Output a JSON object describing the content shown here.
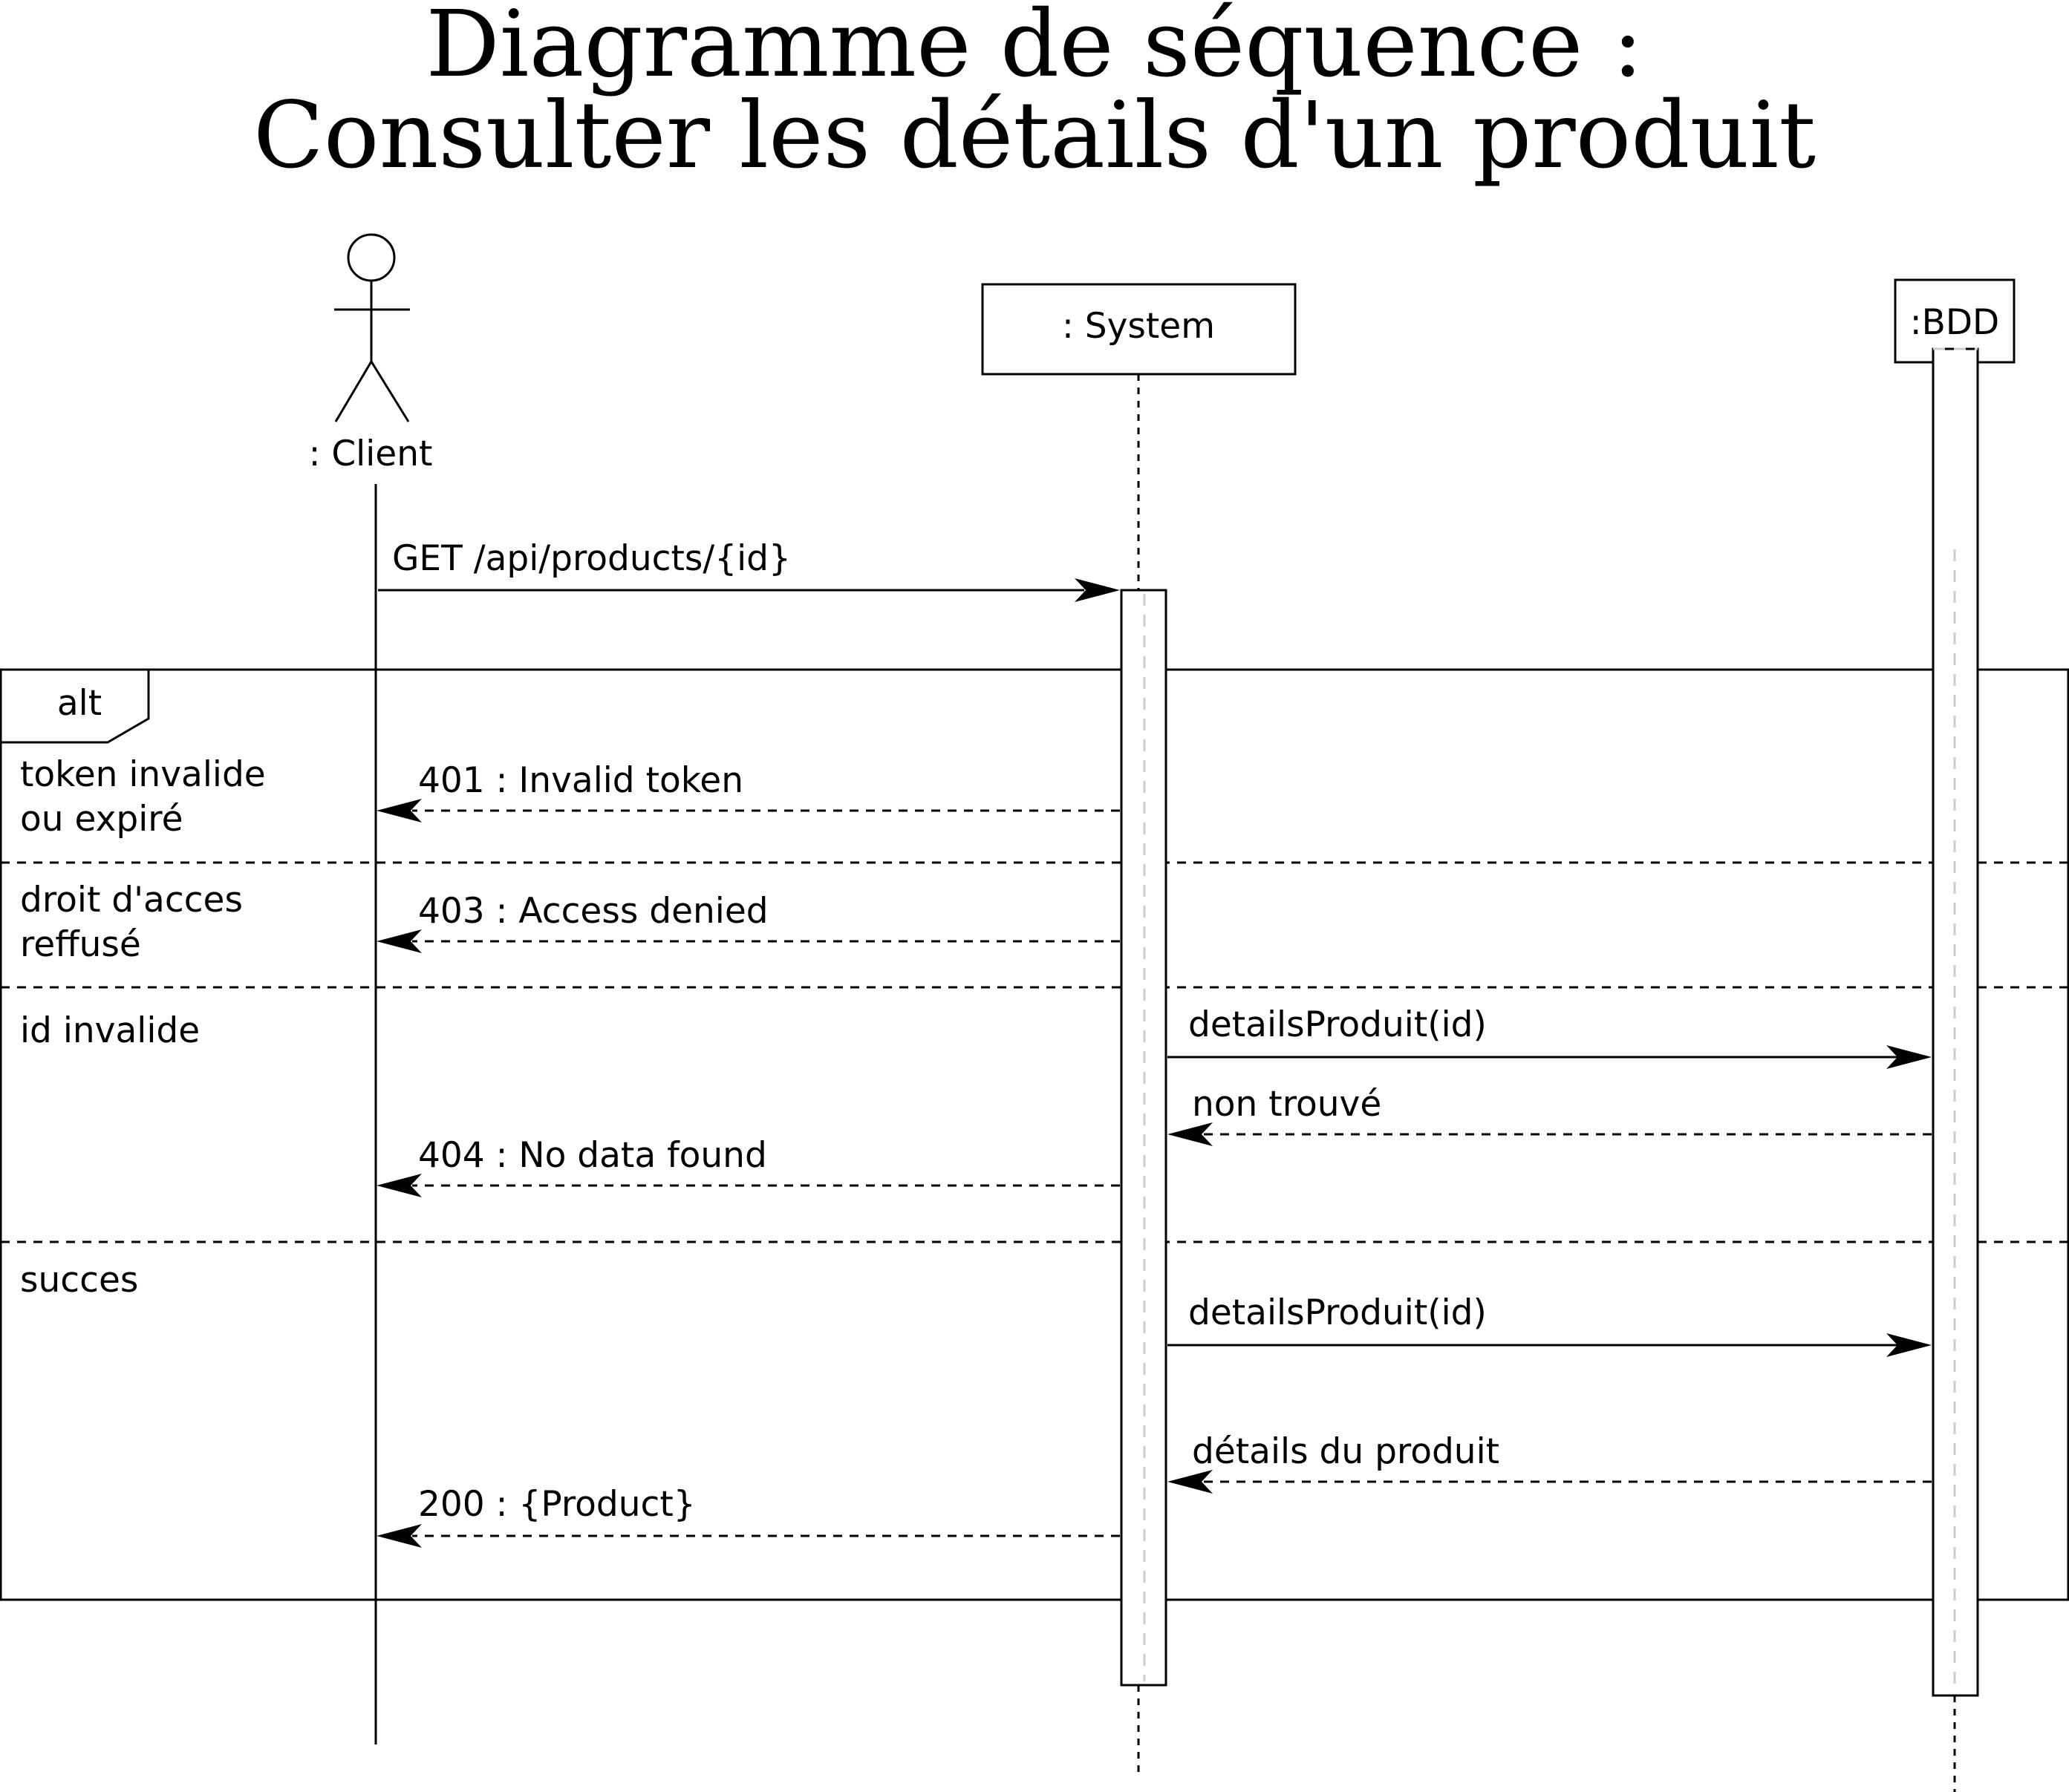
{
  "title": {
    "line1": "Diagramme de séquence :",
    "line2": "Consulter les détails d'un produit"
  },
  "participants": {
    "client": ": Client",
    "system": ": System",
    "bdd": ":BDD"
  },
  "fragment": {
    "operator": "alt",
    "operands": [
      {
        "guard_line1": "token invalide",
        "guard_line2": "ou expiré"
      },
      {
        "guard_line1": "droit d'acces",
        "guard_line2": "reffusé"
      },
      {
        "guard_line1": "id invalide",
        "guard_line2": ""
      },
      {
        "guard_line1": "succes",
        "guard_line2": ""
      }
    ]
  },
  "messages": {
    "request": "GET /api/products/{id}",
    "r401": "401 : Invalid token",
    "r403": "403 : Access denied",
    "call_invalid": "detailsProduit(id)",
    "not_found": "non trouvé",
    "r404": "404 : No data found",
    "call_success": "detailsProduit(id)",
    "details": "détails du produit",
    "r200": "200 : {Product}"
  },
  "colors": {
    "line": "#000000",
    "background": "#ffffff",
    "ghost_lifeline": "#cccccc"
  }
}
